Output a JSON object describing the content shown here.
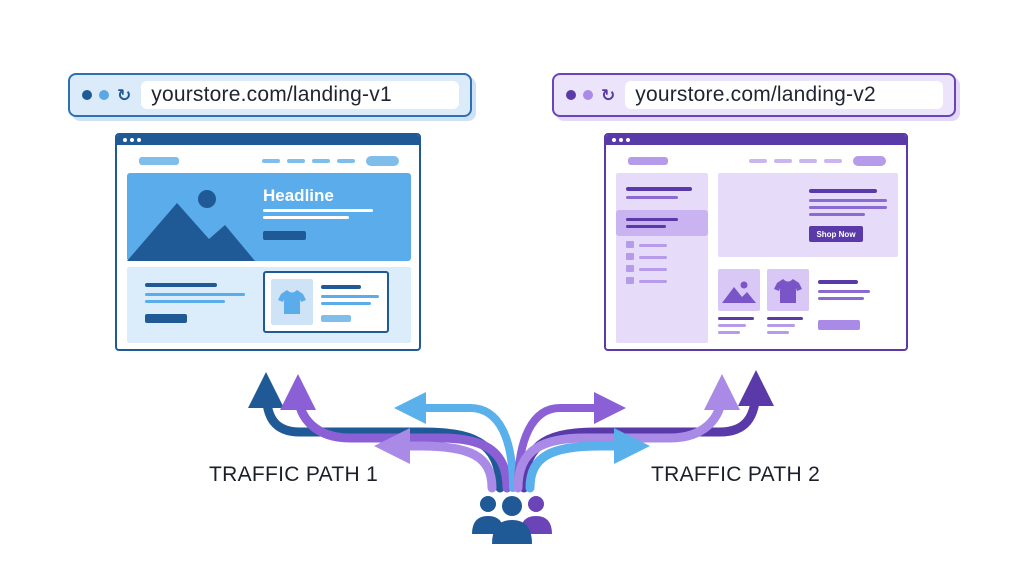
{
  "variant_1": {
    "url": "yourstore.com/landing-v1",
    "hero_headline": "Headline",
    "traffic_label": "TRAFFIC PATH 1"
  },
  "variant_2": {
    "url": "yourstore.com/landing-v2",
    "cta_label": "Shop Now",
    "traffic_label": "TRAFFIC PATH 2"
  },
  "icons": {
    "reload": "reload-icon",
    "image_placeholder": "image-placeholder-icon",
    "tshirt": "tshirt-icon",
    "users": "users-group-icon"
  },
  "colors": {
    "blue_dark": "#1f5a97",
    "blue_mid": "#3d86cf",
    "blue_light": "#5ab0ea",
    "purple_dark": "#5a3aa8",
    "purple_mid": "#8b5fd6",
    "purple_light": "#a98ae6"
  }
}
